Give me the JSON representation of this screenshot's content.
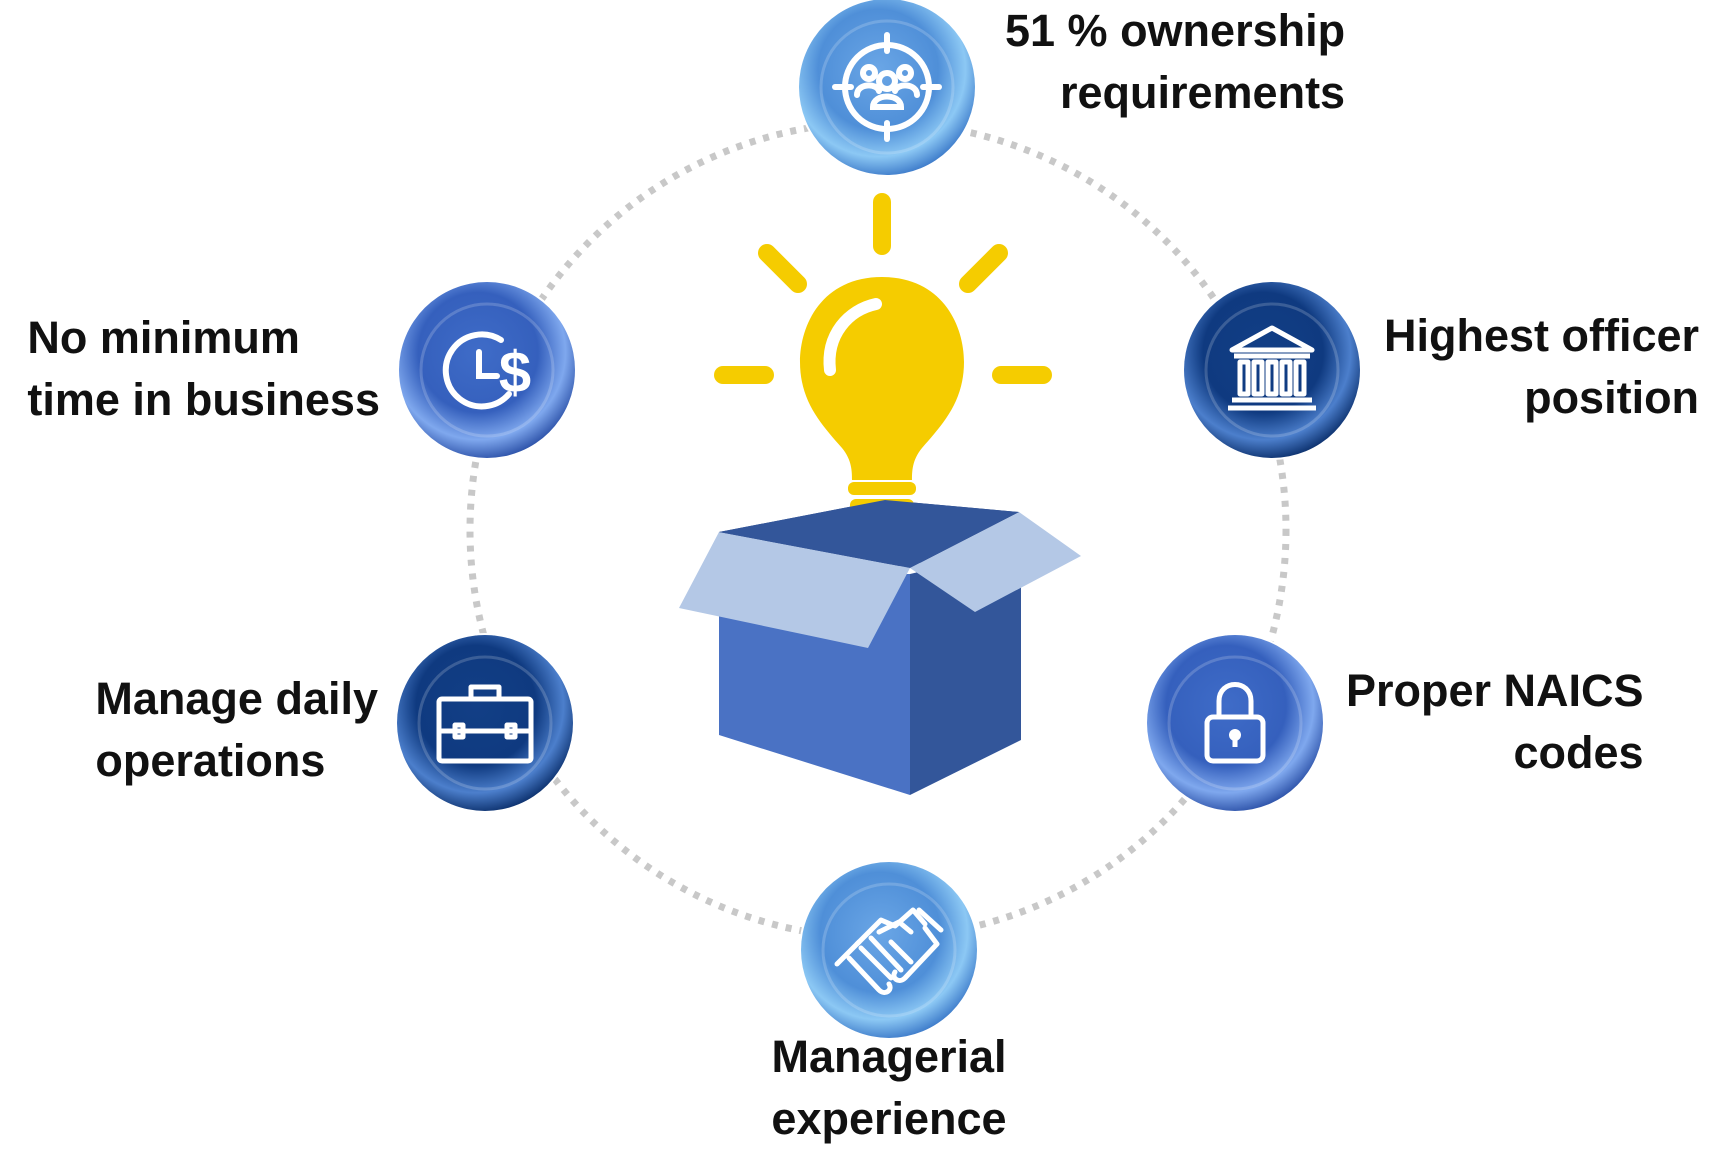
{
  "center": {
    "icon": "lightbulb-in-open-box"
  },
  "colors": {
    "ring_dots": "#c8c8c8",
    "bulb": "#f5cc00",
    "box_front": "#4a72c4",
    "box_side": "#33569a",
    "box_flap": "#b4c8e6",
    "box_inner": "#2a4480",
    "icon_stroke": "#ffffff"
  },
  "nodes": [
    {
      "id": "ownership",
      "icon": "users-target-icon",
      "theme": "light",
      "lines": [
        "51 % ownership",
        "requirements"
      ]
    },
    {
      "id": "officer",
      "icon": "bank-building-icon",
      "theme": "dark",
      "lines": [
        "Highest officer",
        "position"
      ]
    },
    {
      "id": "naics",
      "icon": "padlock-icon",
      "theme": "medium",
      "lines": [
        "Proper NAICS",
        "codes"
      ]
    },
    {
      "id": "managerial",
      "icon": "handshake-icon",
      "theme": "light",
      "lines": [
        "Managerial",
        "experience"
      ]
    },
    {
      "id": "operations",
      "icon": "briefcase-icon",
      "theme": "dark",
      "lines": [
        "Manage daily",
        "operations"
      ]
    },
    {
      "id": "time",
      "icon": "clock-dollar-icon",
      "theme": "medium",
      "lines": [
        "No minimum",
        "time in business"
      ]
    }
  ]
}
